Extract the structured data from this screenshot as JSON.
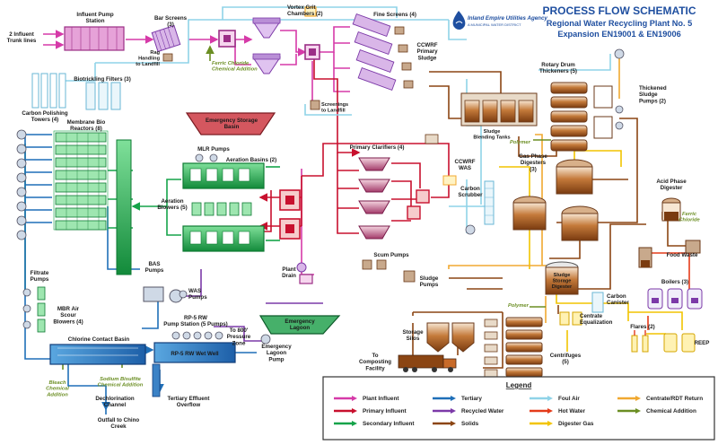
{
  "header": {
    "title": "PROCESS FLOW SCHEMATIC",
    "subtitle_line1": "Regional Water Recycling Plant No. 5",
    "subtitle_line2": "Expansion EN19001 & EN19006",
    "logo_name": "Inland Empire Utilities Agency",
    "logo_tagline": "A MUNICIPAL WATER DISTRICT"
  },
  "colors": {
    "plant_influent": "#d63aa8",
    "primary_influent": "#c8102e",
    "secondary_influent": "#16a34a",
    "tertiary": "#1f6fb8",
    "recycled_water": "#7c3aa8",
    "solids": "#8b4513",
    "foul_air": "#8fd3e8",
    "hot_water": "#e43b1a",
    "digester_gas": "#f2c400",
    "centrate_return": "#f0a830",
    "chemical_addition": "#6b8e23"
  },
  "labels": {
    "trunk_lines": "2 Influent\nTrunk lines",
    "influent_pump": "Influent Pump\nStation",
    "bar_screens": "Bar Screens\n(3)",
    "rag_handling": "Rag\nHandling\nto Landfill",
    "vortex_grit": "Vortex Grit\nChambers (2)",
    "ferric_top": "Ferric Chloride\nChemical Addition",
    "fine_screens": "Fine Screens (4)",
    "ccwrf_primary": "CCWRF\nPrimary\nSludge",
    "carbon_polishing": "Carbon Polishing\nTowers (4)",
    "biotrickling": "Biotrickling Filters (3)",
    "emergency_storage": "Emergency Storage\nBasin",
    "screenings": "Screenings\nto Landfill",
    "rotary_drum": "Rotary Drum\nThickeners (5)",
    "thickened_sludge": "Thickened\nSludge\nPumps (2)",
    "mbr": "Membrane Bio\nReactors (8)",
    "sludge_blending": "Sludge\nBlending Tanks",
    "polymer": "Polymer",
    "mlr_pumps": "MLR Pumps",
    "aeration_basins": "Aeration Basins (2)",
    "primary_clarifiers": "Primary Clarifiers (4)",
    "ccwrf_was": "CCWRF\nWAS",
    "gas_phase": "Gas Phase\nDigesters\n(3)",
    "aeration_blowers": "Aeration\nBlowers (5)",
    "carbon_scrubber": "Carbon\nScrubber",
    "acid_phase": "Acid Phase\nDigester",
    "ferric_right": "Ferric\nChloride",
    "filtrate_pumps": "Filtrate\nPumps",
    "bas_pumps": "BAS\nPumps",
    "scum_pumps": "Scum Pumps",
    "plant_drain": "Plant\nDrain",
    "sludge_pumps": "Sludge\nPumps",
    "food_waste": "Food Waste",
    "sludge_storage": "Sludge\nStorage\nDigester",
    "boilers": "Boilers (3)",
    "was_pumps": "WAS\nPumps",
    "carbon_canister": "Carbon\nCanister",
    "mbr_air_scour": "MBR Air\nScour\nBlowers (4)",
    "polymer_low": "Polymer",
    "centrate_eq": "Centrate\nEqualization",
    "rp5_pump_station": "RP-5 RW\nPump Station (5 Pumps)",
    "pressure_zone": "To 800'\nPressure\nZone",
    "emergency_lagoon": "Emergency\nLagoon",
    "chlorine_contact": "Chlorine Contact Basin",
    "rp5_wet_well": "RP-5 RW Wet Well",
    "emergency_lagoon_pump": "Emergency\nLagoon\nPump",
    "storage_silos": "Storage\nSilos",
    "flares": "Flares (2)",
    "reep": "REEP",
    "composting": "To\nComposting\nFacility",
    "centrifuges": "Centrifuges\n(5)",
    "bleach": "Bleach\nChemical\nAddition",
    "sodium_bisulfite": "Sodium Bisulfite\nChemical Addition",
    "dechlorination": "Dechlorination\nChannel",
    "tertiary_overflow": "Tertiary Effluent\nOverflow",
    "outfall": "Outfall to Chino\nCreek"
  },
  "legend": {
    "title": "Legend",
    "items": [
      {
        "label": "Plant Influent",
        "color": "#d63aa8"
      },
      {
        "label": "Tertiary",
        "color": "#1f6fb8"
      },
      {
        "label": "Foul Air",
        "color": "#8fd3e8"
      },
      {
        "label": "Centrate/RDT Return",
        "color": "#f0a830"
      },
      {
        "label": "Primary Influent",
        "color": "#c8102e"
      },
      {
        "label": "Recycled Water",
        "color": "#7c3aa8"
      },
      {
        "label": "Hot Water",
        "color": "#e43b1a"
      },
      {
        "label": "Chemical Addition",
        "color": "#6b8e23"
      },
      {
        "label": "Secondary Influent",
        "color": "#16a34a"
      },
      {
        "label": "Solids",
        "color": "#8b4513"
      },
      {
        "label": "Digester Gas",
        "color": "#f2c400"
      }
    ]
  }
}
